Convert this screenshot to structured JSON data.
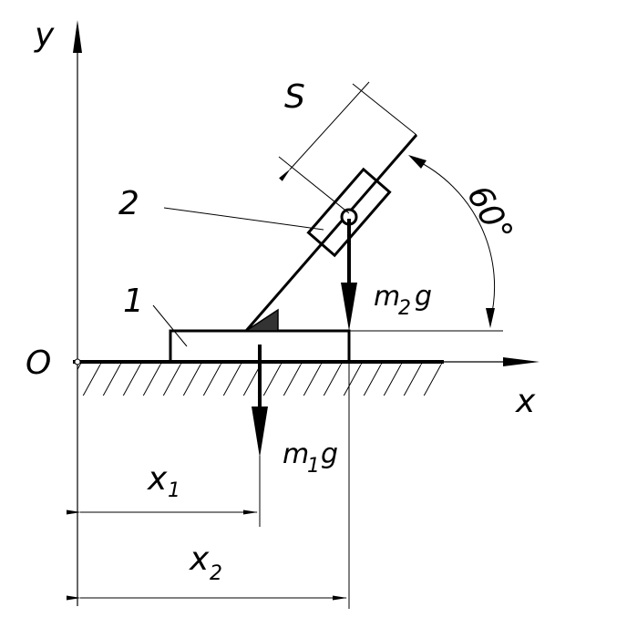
{
  "labels": {
    "y_axis": "y",
    "x_axis": "x",
    "origin": "O",
    "body1": "1",
    "body2": "2",
    "s": "S",
    "angle": "60°",
    "m2g_main": "m",
    "m2g_sub": "2",
    "m2g_end": "g",
    "m1g_main": "m",
    "m1g_sub": "1",
    "m1g_end": "g",
    "x1_main": "x",
    "x1_sub": "1",
    "x2_main": "x",
    "x2_sub": "2"
  }
}
